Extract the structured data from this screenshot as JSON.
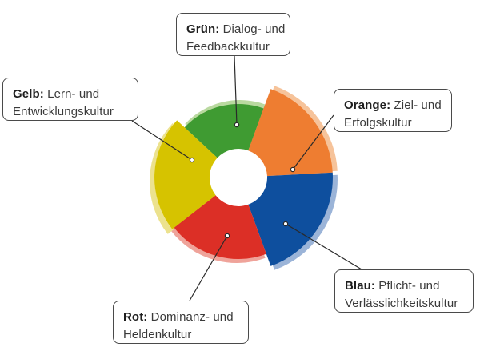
{
  "diagram": {
    "segments": [
      {
        "id": "gruen",
        "name": "Grün:",
        "line1": "Dialog- und",
        "line2": "Feedbackkultur",
        "color": "#3f9b32",
        "shadow": "#b9d99f"
      },
      {
        "id": "orange",
        "name": "Orange:",
        "line1": "Ziel- und",
        "line2": "Erfolgskultur",
        "color": "#ee7d31",
        "shadow": "#f6c39a"
      },
      {
        "id": "blau",
        "name": "Blau:",
        "line1": "Pflicht- und",
        "line2": "Verlässlichkeitskultur",
        "color": "#0e4f9e",
        "shadow": "#9bb4d8"
      },
      {
        "id": "rot",
        "name": "Rot:",
        "line1": "Dominanz- und",
        "line2": "Heldenkultur",
        "color": "#dc2f26",
        "shadow": "#efa39a"
      },
      {
        "id": "gelb",
        "name": "Gelb:",
        "line1": "Lern- und",
        "line2": "Entwicklungskultur",
        "color": "#d6c300",
        "shadow": "#ece28e"
      }
    ]
  }
}
